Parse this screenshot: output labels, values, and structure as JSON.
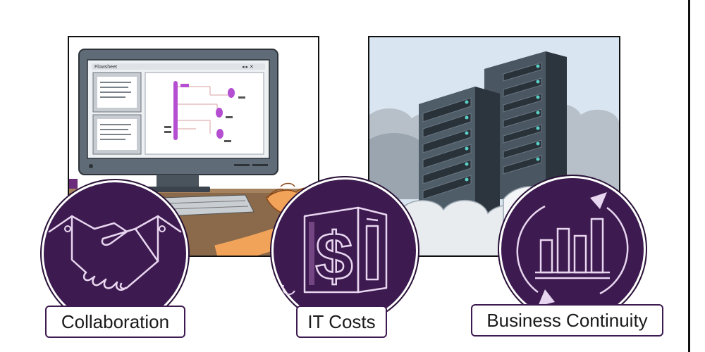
{
  "screen": {
    "window_title": "Flowsheet",
    "window_controls": "◂ ▸ ✕"
  },
  "features": [
    {
      "label": "Collaboration",
      "icon": "handshake-icon"
    },
    {
      "label": "IT Costs",
      "icon": "dollar-server-icon"
    },
    {
      "label": "Business Continuity",
      "icon": "refresh-bar-chart-icon"
    }
  ],
  "colors": {
    "accent": "#3d1a4f",
    "icon_line": "#e8d6f0",
    "flowsheet_purple": "#b44fd1",
    "sky": "#d9e6f2",
    "server_body": "#3b4650"
  }
}
